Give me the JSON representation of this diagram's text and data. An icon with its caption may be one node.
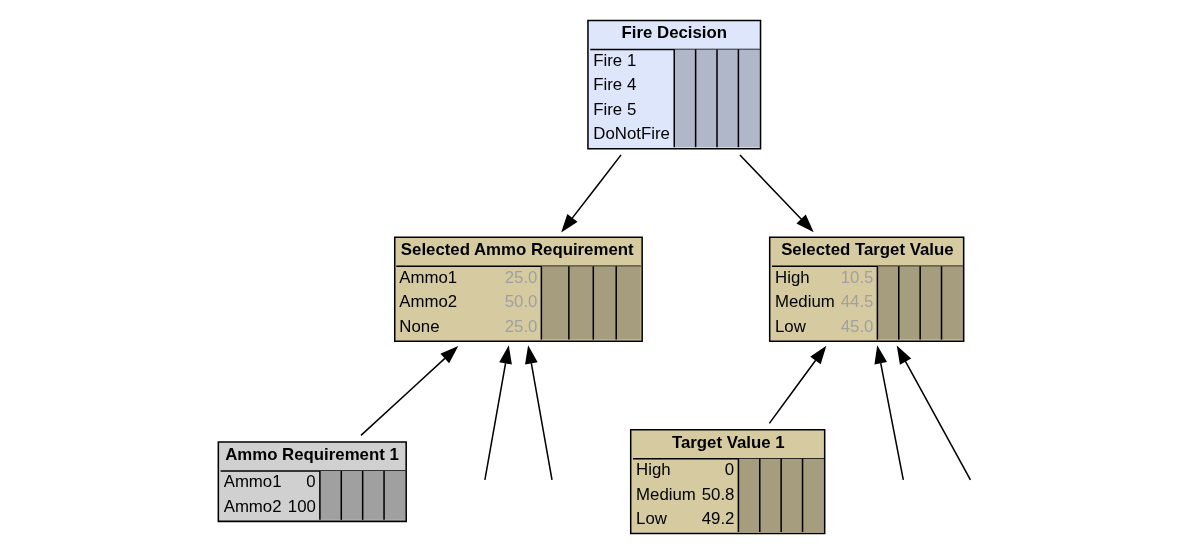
{
  "diagram": {
    "nodes": [
      {
        "text": [
          "Fire Decision",
          "Fire 1",
          "Fire 4",
          "Fire 5",
          "DoNotFire"
        ]
      },
      {
        "text": [
          "Selected Ammo Requirement",
          "Ammo1",
          "25.0",
          "Ammo2",
          "50.0",
          "None",
          "25.0"
        ]
      },
      {
        "text": [
          "Selected Target Value",
          "High",
          "10.5",
          "Medium",
          "44.5",
          "Low",
          "45.0"
        ]
      },
      {
        "text": [
          "Ammo Requirement 1",
          "Ammo1",
          "0",
          "Ammo2",
          "100"
        ]
      },
      {
        "text": [
          "Target Value 1",
          "High",
          "0",
          "Medium",
          "50.8",
          "Low",
          "49.2"
        ]
      }
    ],
    "edges": [
      {
        "from": 0,
        "to": 1,
        "arrow": "to"
      },
      {
        "from": 0,
        "to": 2,
        "arrow": "to"
      },
      {
        "from": 3,
        "to": 1,
        "arrow": "to"
      },
      {
        "from": null,
        "to": 1,
        "arrow": "to"
      },
      {
        "from": null,
        "to": 1,
        "arrow": "to"
      },
      {
        "from": 4,
        "to": 2,
        "arrow": "to"
      },
      {
        "from": null,
        "to": 2,
        "arrow": "to"
      },
      {
        "from": null,
        "to": 2,
        "arrow": "to"
      }
    ]
  }
}
